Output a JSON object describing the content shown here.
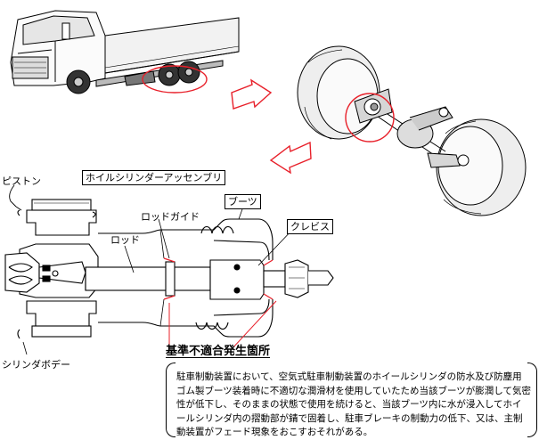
{
  "labels": {
    "piston": "ピストン",
    "wheel_cylinder_assembly": "ホイルシリンダーアッセンブリ",
    "boot": "ブーツ",
    "rod_guide": "ロッドガイド",
    "clevis": "クレビス",
    "rod": "ロッド",
    "cylinder_body": "シリンダボデー",
    "nonconformity_location": "基準不適合発生箇所"
  },
  "note": {
    "text": "駐車制動装置において、空気式駐車制動装置のホイールシリンダの防水及び防塵用ゴム製ブーツ装着時に不適切な潤滑材を使用していたため当該ブーツが膨潤して気密性が低下し、そのままの状態で使用を続けると、当該ブーツ内に水が浸入してホイールシリンダ内の摺動部が錆で固着し、駐車ブレーキの制動力の低下、又は、主制動装置がフェード現象をおこすおそれがある。"
  },
  "colors": {
    "highlight": "#e8202a",
    "ink": "#000000"
  }
}
